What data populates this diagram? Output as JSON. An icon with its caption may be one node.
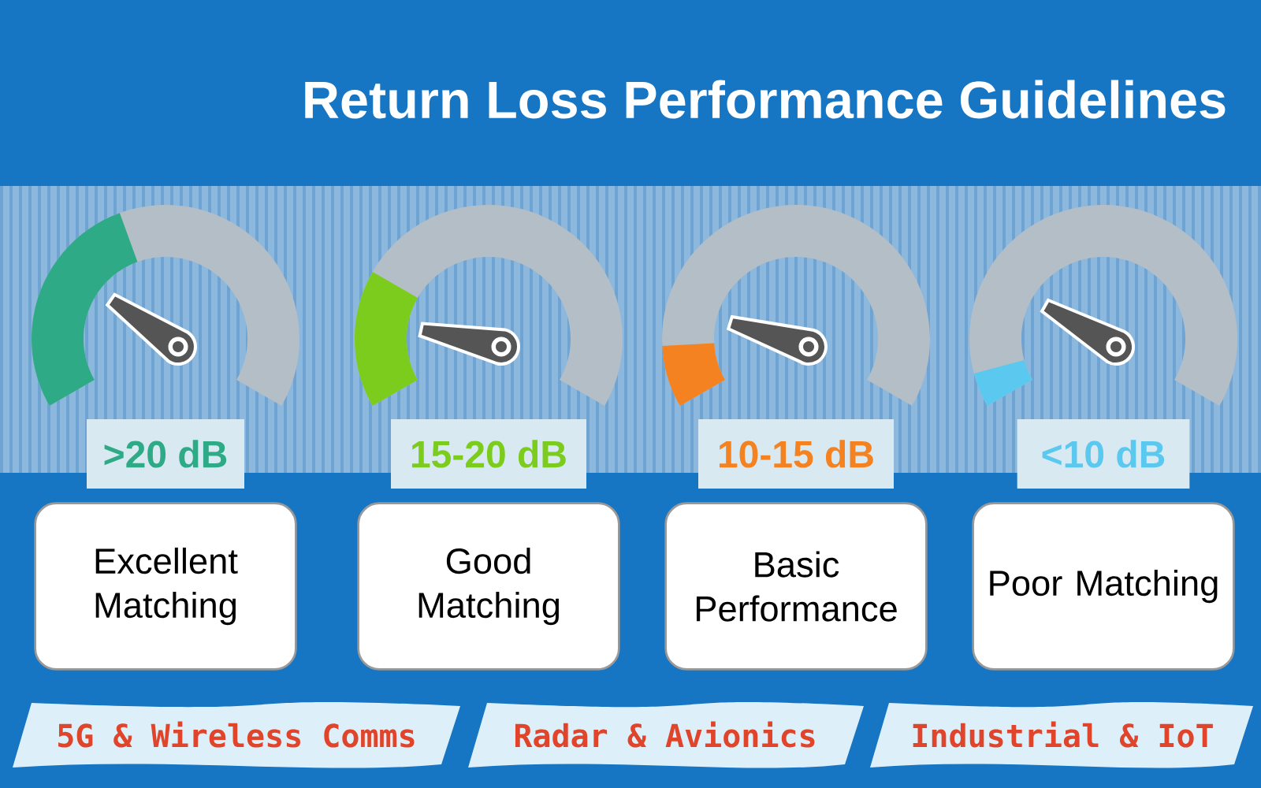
{
  "diagram": {
    "title": "Return Loss Performance Guidelines",
    "nodes": [
      {
        "text": [
          ">20 dB"
        ]
      },
      {
        "text": [
          "15-20 dB"
        ]
      },
      {
        "text": [
          "10-15 dB"
        ]
      },
      {
        "text": [
          "<10 dB"
        ]
      },
      {
        "text": [
          "Excellent Matching"
        ]
      },
      {
        "text": [
          "Good Matching"
        ]
      },
      {
        "text": [
          "Basic Performance"
        ]
      },
      {
        "text": [
          "Poor Matching"
        ]
      },
      {
        "text": [
          "5G & Wireless Comms"
        ]
      },
      {
        "text": [
          "Radar & Avionics"
        ]
      },
      {
        "text": [
          "Industrial & IoT"
        ]
      }
    ]
  }
}
